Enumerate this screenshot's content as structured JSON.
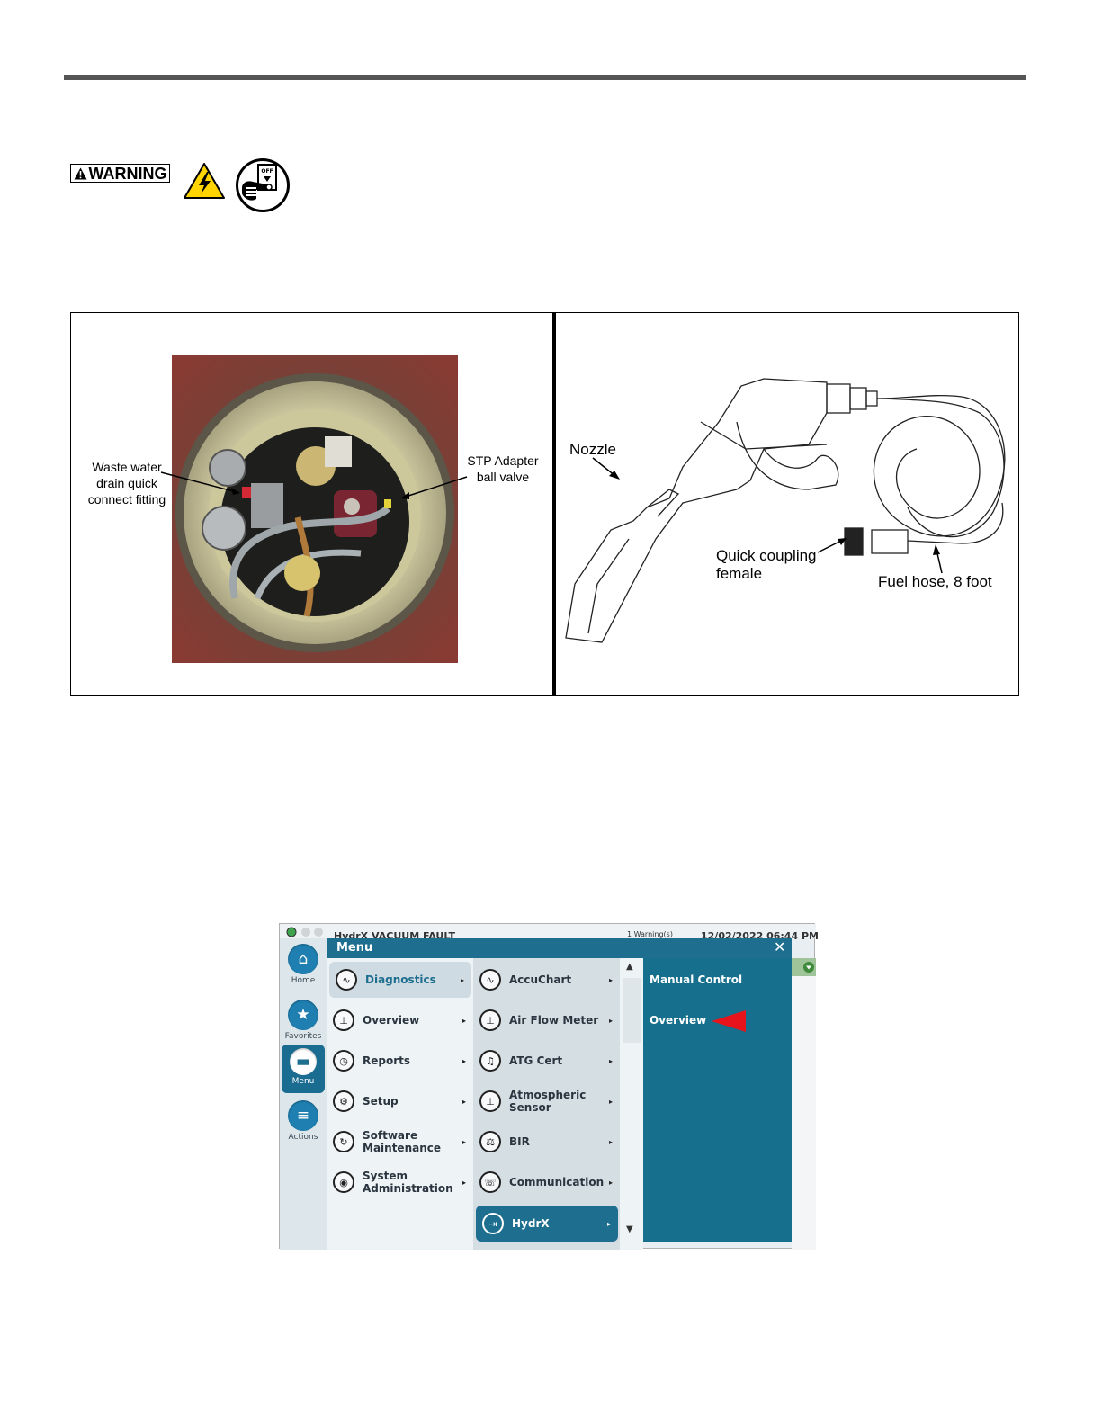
{
  "warning": {
    "label": "WARNING"
  },
  "figure1": {
    "callouts": {
      "waste_water": "Waste water drain quick connect fitting",
      "stp_adapter": "STP Adapter ball valve",
      "nozzle": "Nozzle",
      "quick_coupling": "Quick coupling female",
      "fuel_hose": "Fuel hose, 8 foot"
    },
    "off_label": "OFF"
  },
  "ui": {
    "status_title": "HydrX VACUUM FAULT",
    "warnings": "1 Warning(s)",
    "datetime": "12/02/2022 06:44 PM",
    "menu_title": "Menu",
    "close_label": "✕",
    "nav": [
      {
        "label": "Home",
        "icon": "home-icon"
      },
      {
        "label": "Favorites",
        "icon": "star-icon"
      },
      {
        "label": "Menu",
        "icon": "menu-icon"
      },
      {
        "label": "Actions",
        "icon": "actions-icon"
      }
    ],
    "col1": [
      {
        "label": "Diagnostics",
        "icon": "diagnostics-icon"
      },
      {
        "label": "Overview",
        "icon": "overview-icon"
      },
      {
        "label": "Reports",
        "icon": "clock-icon"
      },
      {
        "label": "Setup",
        "icon": "gear-icon"
      },
      {
        "label": "Software Maintenance",
        "icon": "refresh-icon"
      },
      {
        "label": "System Administration",
        "icon": "admin-icon"
      }
    ],
    "col2": [
      {
        "label": "AccuChart",
        "icon": "accuchart-icon"
      },
      {
        "label": "Air Flow Meter",
        "icon": "airflow-icon"
      },
      {
        "label": "ATG Cert",
        "icon": "bell-icon"
      },
      {
        "label": "Atmospheric Sensor",
        "icon": "sensor-icon"
      },
      {
        "label": "BIR",
        "icon": "scale-icon"
      },
      {
        "label": "Communication",
        "icon": "phone-icon"
      },
      {
        "label": "HydrX",
        "icon": "hydrx-icon"
      }
    ],
    "col3": [
      {
        "label": "Manual Control"
      },
      {
        "label": "Overview"
      }
    ],
    "arrow_glyph": "▸",
    "scroll_up": "▲",
    "scroll_down": "▼",
    "colors": {
      "menu_blue": "#1d6e8f",
      "pointer_red": "#e8141b"
    }
  }
}
